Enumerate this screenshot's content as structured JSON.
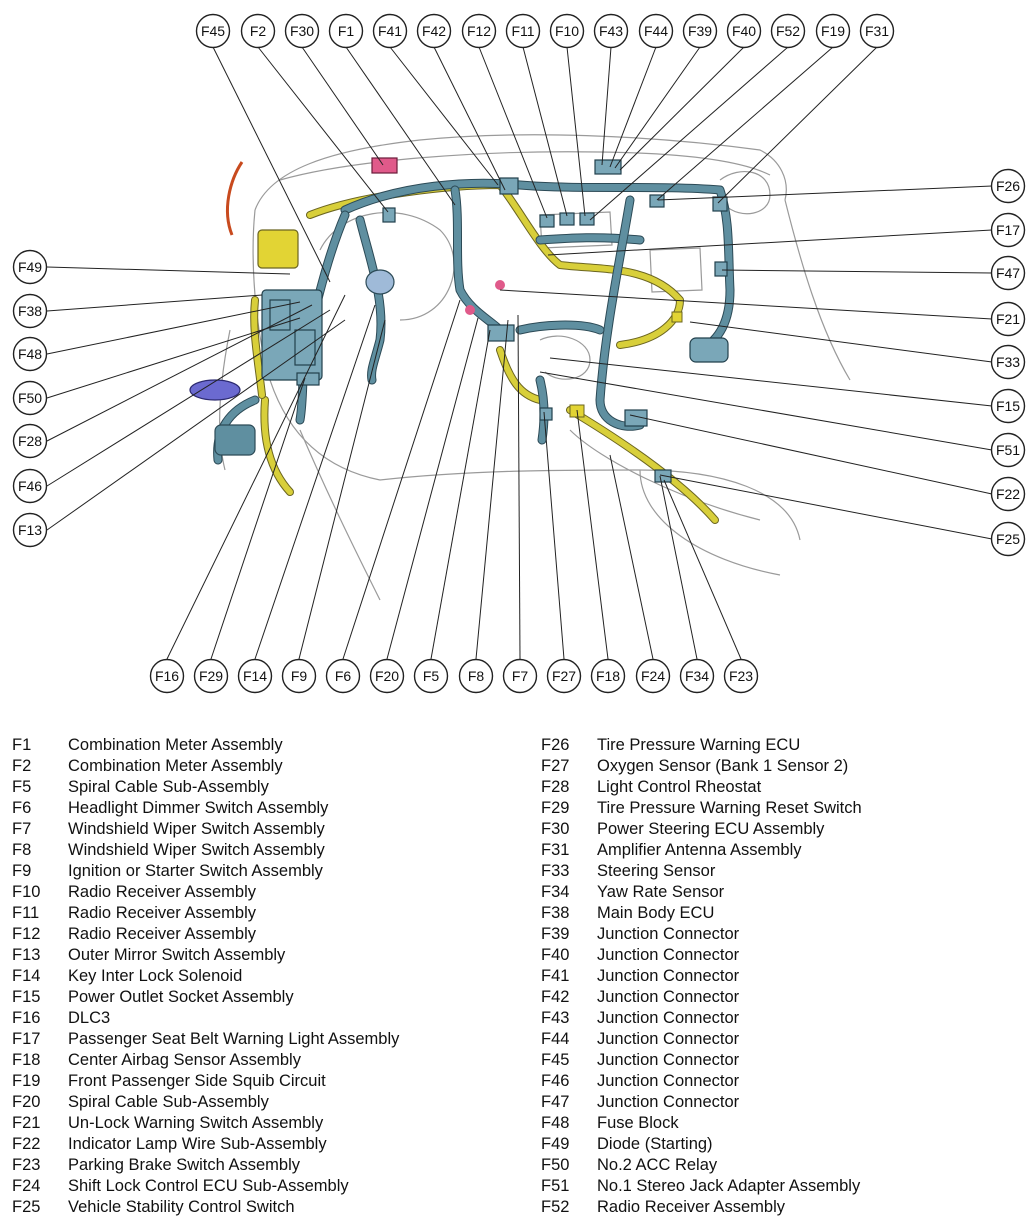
{
  "callouts_top": [
    "F45",
    "F2",
    "F30",
    "F1",
    "F41",
    "F42",
    "F12",
    "F11",
    "F10",
    "F43",
    "F44",
    "F39",
    "F40",
    "F52",
    "F19",
    "F31"
  ],
  "callouts_left": [
    "F49",
    "F38",
    "F48",
    "F50",
    "F28",
    "F46",
    "F13"
  ],
  "callouts_right": [
    "F26",
    "F17",
    "F47",
    "F21",
    "F33",
    "F15",
    "F51",
    "F22",
    "F25"
  ],
  "callouts_bottom": [
    "F16",
    "F29",
    "F14",
    "F9",
    "F6",
    "F20",
    "F5",
    "F8",
    "F7",
    "F27",
    "F18",
    "F24",
    "F34",
    "F23"
  ],
  "colors": {
    "harness_blue": "#5f8fa0",
    "harness_yellow": "#d8cf3a",
    "connector_pink": "#e05a8a",
    "relay_purple": "#6b6ad0",
    "wire_red": "#c84a1e"
  },
  "legend_left": [
    {
      "code": "F1",
      "name": "Combination Meter Assembly"
    },
    {
      "code": "F2",
      "name": "Combination Meter Assembly"
    },
    {
      "code": "F5",
      "name": "Spiral Cable Sub-Assembly"
    },
    {
      "code": "F6",
      "name": "Headlight Dimmer Switch Assembly"
    },
    {
      "code": "F7",
      "name": "Windshield Wiper Switch Assembly"
    },
    {
      "code": "F8",
      "name": "Windshield Wiper Switch Assembly"
    },
    {
      "code": "F9",
      "name": "Ignition or Starter Switch Assembly"
    },
    {
      "code": "F10",
      "name": "Radio Receiver Assembly"
    },
    {
      "code": "F11",
      "name": "Radio Receiver Assembly"
    },
    {
      "code": "F12",
      "name": "Radio Receiver Assembly"
    },
    {
      "code": "F13",
      "name": "Outer Mirror Switch Assembly"
    },
    {
      "code": "F14",
      "name": "Key Inter Lock Solenoid"
    },
    {
      "code": "F15",
      "name": "Power Outlet Socket Assembly"
    },
    {
      "code": "F16",
      "name": "DLC3"
    },
    {
      "code": "F17",
      "name": "Passenger Seat Belt Warning Light Assembly"
    },
    {
      "code": "F18",
      "name": "Center Airbag Sensor Assembly"
    },
    {
      "code": "F19",
      "name": "Front Passenger Side Squib Circuit"
    },
    {
      "code": "F20",
      "name": "Spiral Cable Sub-Assembly"
    },
    {
      "code": "F21",
      "name": "Un-Lock Warning Switch Assembly"
    },
    {
      "code": "F22",
      "name": "Indicator Lamp Wire Sub-Assembly"
    },
    {
      "code": "F23",
      "name": "Parking Brake Switch Assembly"
    },
    {
      "code": "F24",
      "name": "Shift Lock Control ECU Sub-Assembly"
    },
    {
      "code": "F25",
      "name": "Vehicle Stability Control Switch"
    }
  ],
  "legend_right": [
    {
      "code": "F26",
      "name": "Tire Pressure Warning ECU"
    },
    {
      "code": "F27",
      "name": "Oxygen Sensor (Bank 1 Sensor 2)"
    },
    {
      "code": "F28",
      "name": "Light Control Rheostat"
    },
    {
      "code": "F29",
      "name": "Tire Pressure Warning Reset Switch"
    },
    {
      "code": "F30",
      "name": "Power Steering ECU Assembly"
    },
    {
      "code": "F31",
      "name": "Amplifier Antenna Assembly"
    },
    {
      "code": "F33",
      "name": "Steering Sensor"
    },
    {
      "code": "F34",
      "name": "Yaw Rate Sensor"
    },
    {
      "code": "F38",
      "name": "Main Body ECU"
    },
    {
      "code": "F39",
      "name": "Junction Connector"
    },
    {
      "code": "F40",
      "name": "Junction Connector"
    },
    {
      "code": "F41",
      "name": "Junction Connector"
    },
    {
      "code": "F42",
      "name": "Junction Connector"
    },
    {
      "code": "F43",
      "name": "Junction Connector"
    },
    {
      "code": "F44",
      "name": "Junction Connector"
    },
    {
      "code": "F45",
      "name": "Junction Connector"
    },
    {
      "code": "F46",
      "name": "Junction Connector"
    },
    {
      "code": "F47",
      "name": "Junction Connector"
    },
    {
      "code": "F48",
      "name": "Fuse Block"
    },
    {
      "code": "F49",
      "name": "Diode (Starting)"
    },
    {
      "code": "F50",
      "name": "No.2 ACC Relay"
    },
    {
      "code": "F51",
      "name": "No.1 Stereo Jack Adapter Assembly"
    },
    {
      "code": "F52",
      "name": "Radio Receiver Assembly"
    }
  ]
}
